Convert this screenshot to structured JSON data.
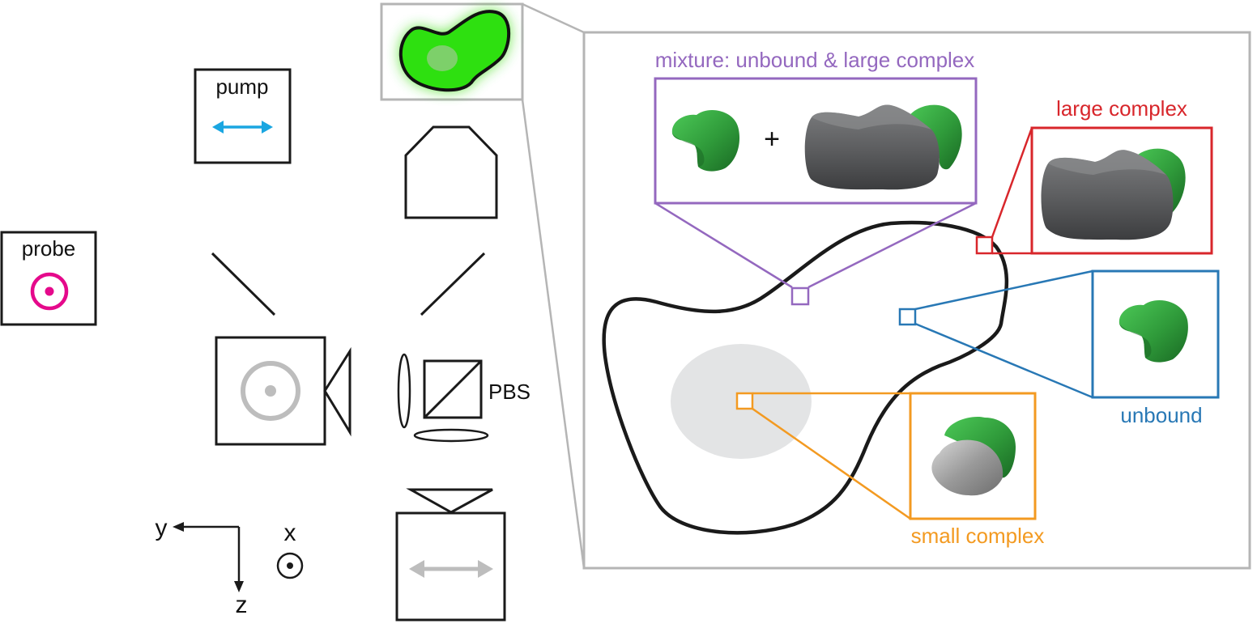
{
  "labels": {
    "pump": "pump",
    "probe": "probe",
    "pbs": "PBS",
    "axis_y": "y",
    "axis_z": "z",
    "axis_x": "x",
    "plus": "+",
    "mixture": "mixture: unbound & large complex",
    "large_complex": "large complex",
    "unbound": "unbound",
    "small_complex": "small complex"
  },
  "colors": {
    "purple": "#9468bf",
    "red": "#d8262b",
    "blue": "#2878b5",
    "orange": "#f39a21",
    "magenta": "#e5098b",
    "cyan": "#1aa6e1",
    "gray": "#b5b5b5",
    "protein_green": "#2f9a3a",
    "complex_gray": "#5f6062",
    "cell_green": "#2fdc10"
  }
}
